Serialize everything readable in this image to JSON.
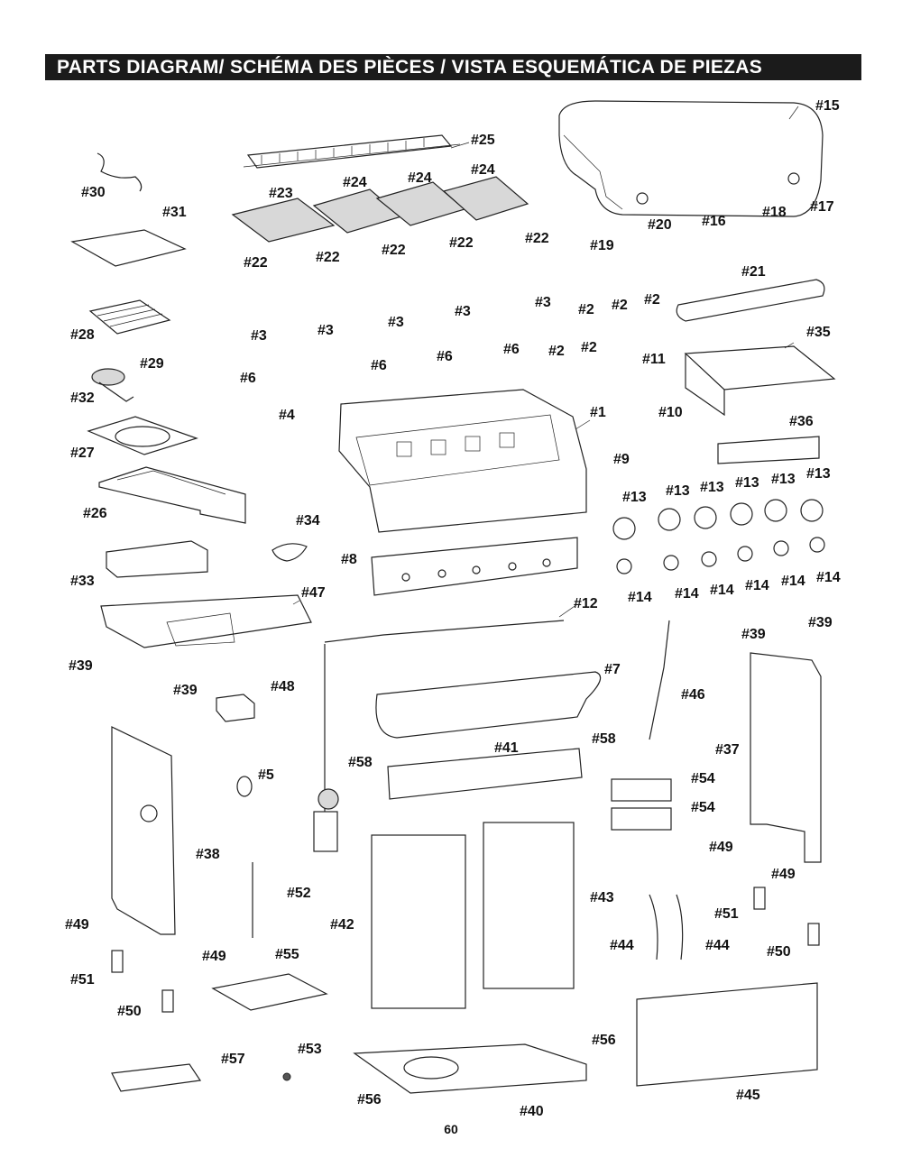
{
  "header": {
    "title": "PARTS DIAGRAM/ SCHÉMA DES PIÈCES / VISTA ESQUEMÁTICA DE PIEZAS"
  },
  "labels": {
    "p1": "#1",
    "p2a": "#2",
    "p2b": "#2",
    "p2c": "#2",
    "p2d": "#2",
    "p2e": "#2",
    "p3a": "#3",
    "p3b": "#3",
    "p3c": "#3",
    "p3d": "#3",
    "p3e": "#3",
    "p4": "#4",
    "p5": "#5",
    "p6a": "#6",
    "p6b": "#6",
    "p6c": "#6",
    "p6d": "#6",
    "p7": "#7",
    "p8": "#8",
    "p9": "#9",
    "p10": "#10",
    "p11": "#11",
    "p12": "#12",
    "p13a": "#13",
    "p13b": "#13",
    "p13c": "#13",
    "p13d": "#13",
    "p13e": "#13",
    "p13f": "#13",
    "p14a": "#14",
    "p14b": "#14",
    "p14c": "#14",
    "p14d": "#14",
    "p14e": "#14",
    "p14f": "#14",
    "p15": "#15",
    "p16": "#16",
    "p17": "#17",
    "p18": "#18",
    "p19": "#19",
    "p20": "#20",
    "p21": "#21",
    "p22a": "#22",
    "p22b": "#22",
    "p22c": "#22",
    "p22d": "#22",
    "p22e": "#22",
    "p23": "#23",
    "p24a": "#24",
    "p24b": "#24",
    "p24c": "#24",
    "p25": "#25",
    "p26": "#26",
    "p27": "#27",
    "p28": "#28",
    "p29": "#29",
    "p30": "#30",
    "p31": "#31",
    "p32": "#32",
    "p33": "#33",
    "p34": "#34",
    "p35": "#35",
    "p36": "#36",
    "p37": "#37",
    "p38": "#38",
    "p39a": "#39",
    "p39b": "#39",
    "p39c": "#39",
    "p39d": "#39",
    "p40": "#40",
    "p41": "#41",
    "p42": "#42",
    "p43": "#43",
    "p44a": "#44",
    "p44b": "#44",
    "p45": "#45",
    "p46": "#46",
    "p47": "#47",
    "p48": "#48",
    "p49a": "#49",
    "p49b": "#49",
    "p49c": "#49",
    "p49d": "#49",
    "p50a": "#50",
    "p50b": "#50",
    "p51a": "#51",
    "p51b": "#51",
    "p52": "#52",
    "p53": "#53",
    "p54a": "#54",
    "p54b": "#54",
    "p55": "#55",
    "p56a": "#56",
    "p56b": "#56",
    "p57": "#57",
    "p58a": "#58",
    "p58b": "#58"
  },
  "footer": {
    "page_number": "60"
  }
}
